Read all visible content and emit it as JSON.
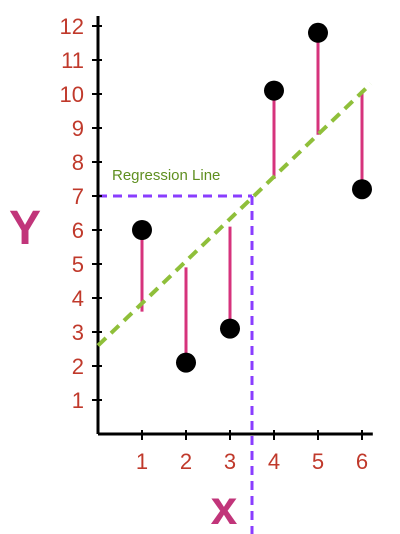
{
  "chart_data": {
    "type": "scatter",
    "x": [
      1,
      2,
      3,
      4,
      5,
      6
    ],
    "y": [
      6,
      2.1,
      3.1,
      10.1,
      11.8,
      7.2
    ],
    "regression_line": {
      "label": "Regression Line",
      "points": [
        [
          0,
          2.6
        ],
        [
          6.2,
          10.3
        ]
      ],
      "style": "dashed"
    },
    "mean_guides": {
      "x": 3.5,
      "y": 7,
      "style": "dashed"
    },
    "residual_lines": [
      {
        "x": 1,
        "from": 3.6,
        "to": 6
      },
      {
        "x": 2,
        "from": 2.1,
        "to": 4.9
      },
      {
        "x": 3,
        "from": 3.1,
        "to": 6.1
      },
      {
        "x": 4,
        "from": 7.5,
        "to": 10.1
      },
      {
        "x": 5,
        "from": 8.8,
        "to": 11.8
      },
      {
        "x": 6,
        "from": 7.2,
        "to": 10.1
      }
    ],
    "xlim": [
      0,
      6.2
    ],
    "ylim": [
      0,
      12
    ],
    "x_ticks": [
      "1",
      "2",
      "3",
      "4",
      "5",
      "6"
    ],
    "y_ticks": [
      "1",
      "2",
      "3",
      "4",
      "5",
      "6",
      "7",
      "8",
      "9",
      "10",
      "11",
      "12"
    ],
    "xlabel": "x",
    "ylabel": "Y",
    "grid": false
  },
  "colors": {
    "axis": "#000000",
    "tick_label": "#c0392b",
    "axis_title": "#c1357a",
    "point": "#000000",
    "residual": "#d6337c",
    "regression": "#8fbf3a",
    "regression_label": "#5f8f20",
    "mean_guide": "#8a3dff"
  }
}
